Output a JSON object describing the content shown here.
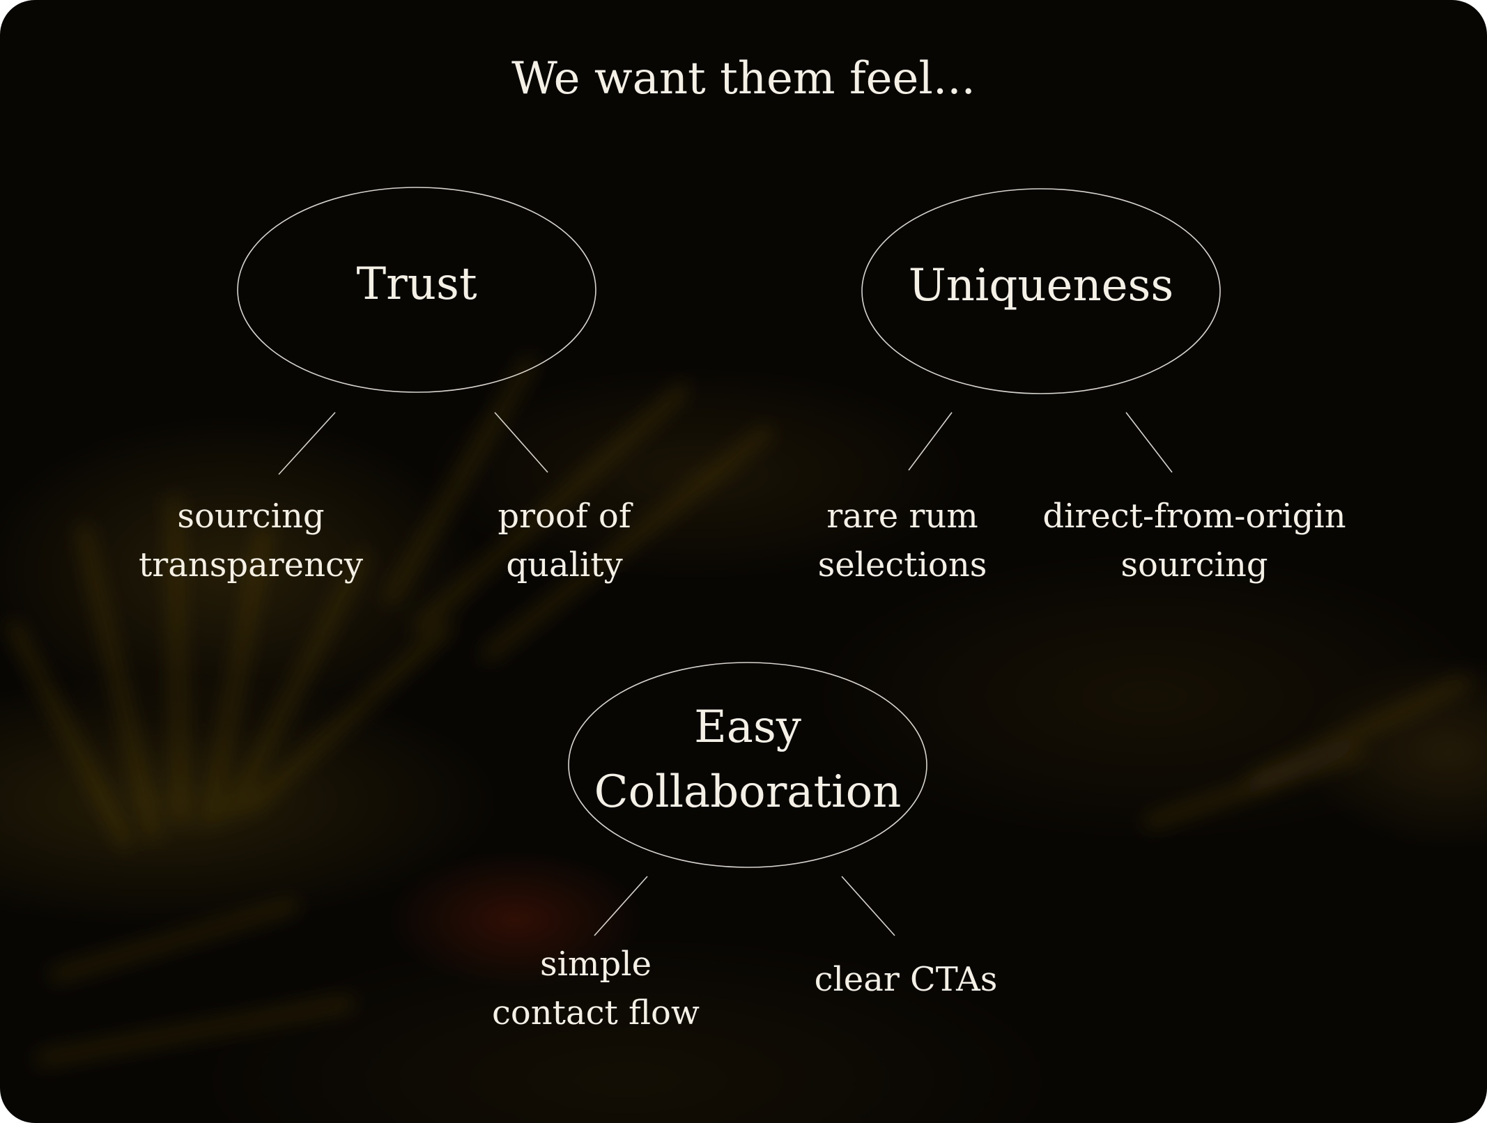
{
  "title": "We want them feel...",
  "nodes": [
    {
      "label": "Trust",
      "children": [
        {
          "lines": [
            "sourcing",
            "transparency"
          ]
        },
        {
          "lines": [
            "proof of",
            "quality"
          ]
        }
      ]
    },
    {
      "label": "Uniqueness",
      "children": [
        {
          "lines": [
            "rare rum",
            "selections"
          ]
        },
        {
          "lines": [
            "direct-from-origin",
            "sourcing"
          ]
        }
      ]
    },
    {
      "label_lines": [
        "Easy",
        "Collaboration"
      ],
      "children": [
        {
          "lines": [
            "simple",
            "contact flow"
          ]
        },
        {
          "lines": [
            "clear CTAs"
          ]
        }
      ]
    }
  ],
  "colors": {
    "background": "#080603",
    "text": "#f4f0e6",
    "stroke": "#d8d4cc"
  }
}
